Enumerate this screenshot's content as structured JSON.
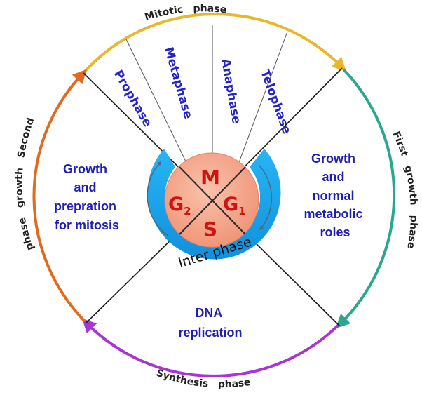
{
  "arcs": {
    "mitotic": {
      "word1": "Mitotic",
      "word2": "phase",
      "color": "#e8b82a"
    },
    "first_growth": {
      "word1": "First",
      "word2": "growth",
      "word3": "phase",
      "color": "#2aa88f"
    },
    "synthesis": {
      "word1": "Synthesis",
      "word2": "phase",
      "color": "#a833d9"
    },
    "second_growth": {
      "word1": "Second",
      "word2": "growth",
      "word3": "phase",
      "color": "#e06a1f"
    }
  },
  "mitosis_stages": [
    "Prophase",
    "Metaphase",
    "Anaphase",
    "Telophase"
  ],
  "sectors": {
    "g2": [
      "Growth",
      "and",
      "prepration",
      "for mitosis"
    ],
    "g1": [
      "Growth",
      "and",
      "normal",
      "metabolic",
      "roles"
    ],
    "s": [
      "DNA",
      "replication"
    ]
  },
  "core": {
    "m": "M",
    "g2": "G",
    "g2_sub": "2",
    "g1": "G",
    "g1_sub": "1",
    "s": "S",
    "fill": "#f6a88c",
    "letter_color": "#cc1414"
  },
  "interphase": {
    "label": "Inter phase",
    "color": "#1ea7f0"
  },
  "colors": {
    "text_blue": "#1f1fb8",
    "divider": "#1a1a1a"
  }
}
